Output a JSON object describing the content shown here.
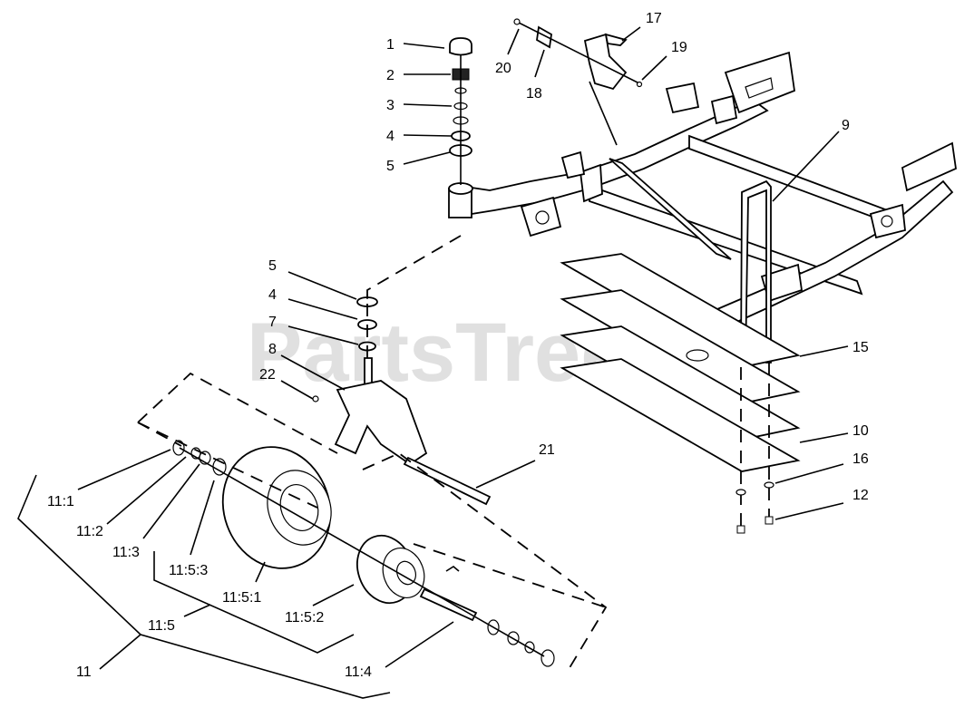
{
  "watermark": "PartsTree",
  "callouts": [
    "1",
    "2",
    "3",
    "4",
    "5",
    "20",
    "18",
    "17",
    "19",
    "9",
    "5",
    "4",
    "7",
    "8",
    "22",
    "15",
    "10",
    "16",
    "12",
    "21",
    "11:1",
    "11:2",
    "11:3",
    "11:5:3",
    "11:5:1",
    "11:5",
    "11:5:2",
    "11:4",
    "11"
  ]
}
